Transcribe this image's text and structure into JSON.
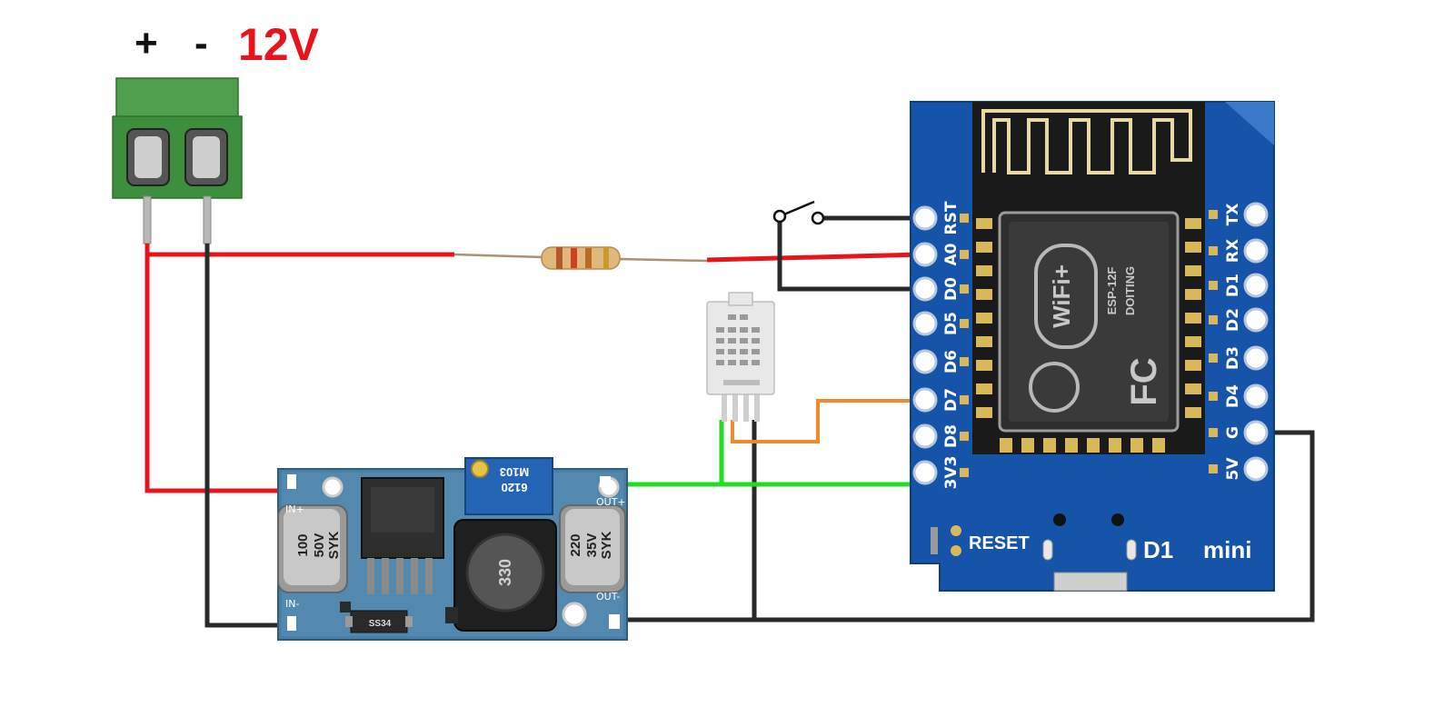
{
  "power": {
    "plus_label": "+",
    "minus_label": "-",
    "voltage_label": "12V"
  },
  "converter": {
    "pot_marking_1": "M103",
    "pot_marking_2": "6120",
    "cap_in_1": "100",
    "cap_in_2": "50V",
    "cap_in_3": "SYK",
    "cap_out_1": "220",
    "cap_out_2": "35V",
    "cap_out_3": "SYK",
    "inductor_marking": "330",
    "diode_marking": "SS34",
    "in_plus": "IN+",
    "in_minus": "IN-",
    "out_plus": "OUT+",
    "out_minus": "OUT-"
  },
  "board": {
    "left_pins": [
      "RST",
      "A0",
      "D0",
      "D5",
      "D6",
      "D7",
      "D8",
      "3V3"
    ],
    "right_pins": [
      "TX",
      "RX",
      "D1",
      "D2",
      "D3",
      "D4",
      "G",
      "5V"
    ],
    "reset_label": "RESET",
    "board_name_1": "D1",
    "board_name_2": "mini",
    "module_logo": "WiFi+",
    "module_model": "ESP-12F",
    "module_vendor": "DOITING",
    "module_fcc": "FC"
  },
  "colors": {
    "wire_red": "#e8141c",
    "wire_black": "#2a2a2a",
    "wire_green": "#22dd22",
    "wire_orange": "#f08a2c",
    "board_blue": "#1554a8",
    "terminal_green": "#3d8f3d"
  }
}
